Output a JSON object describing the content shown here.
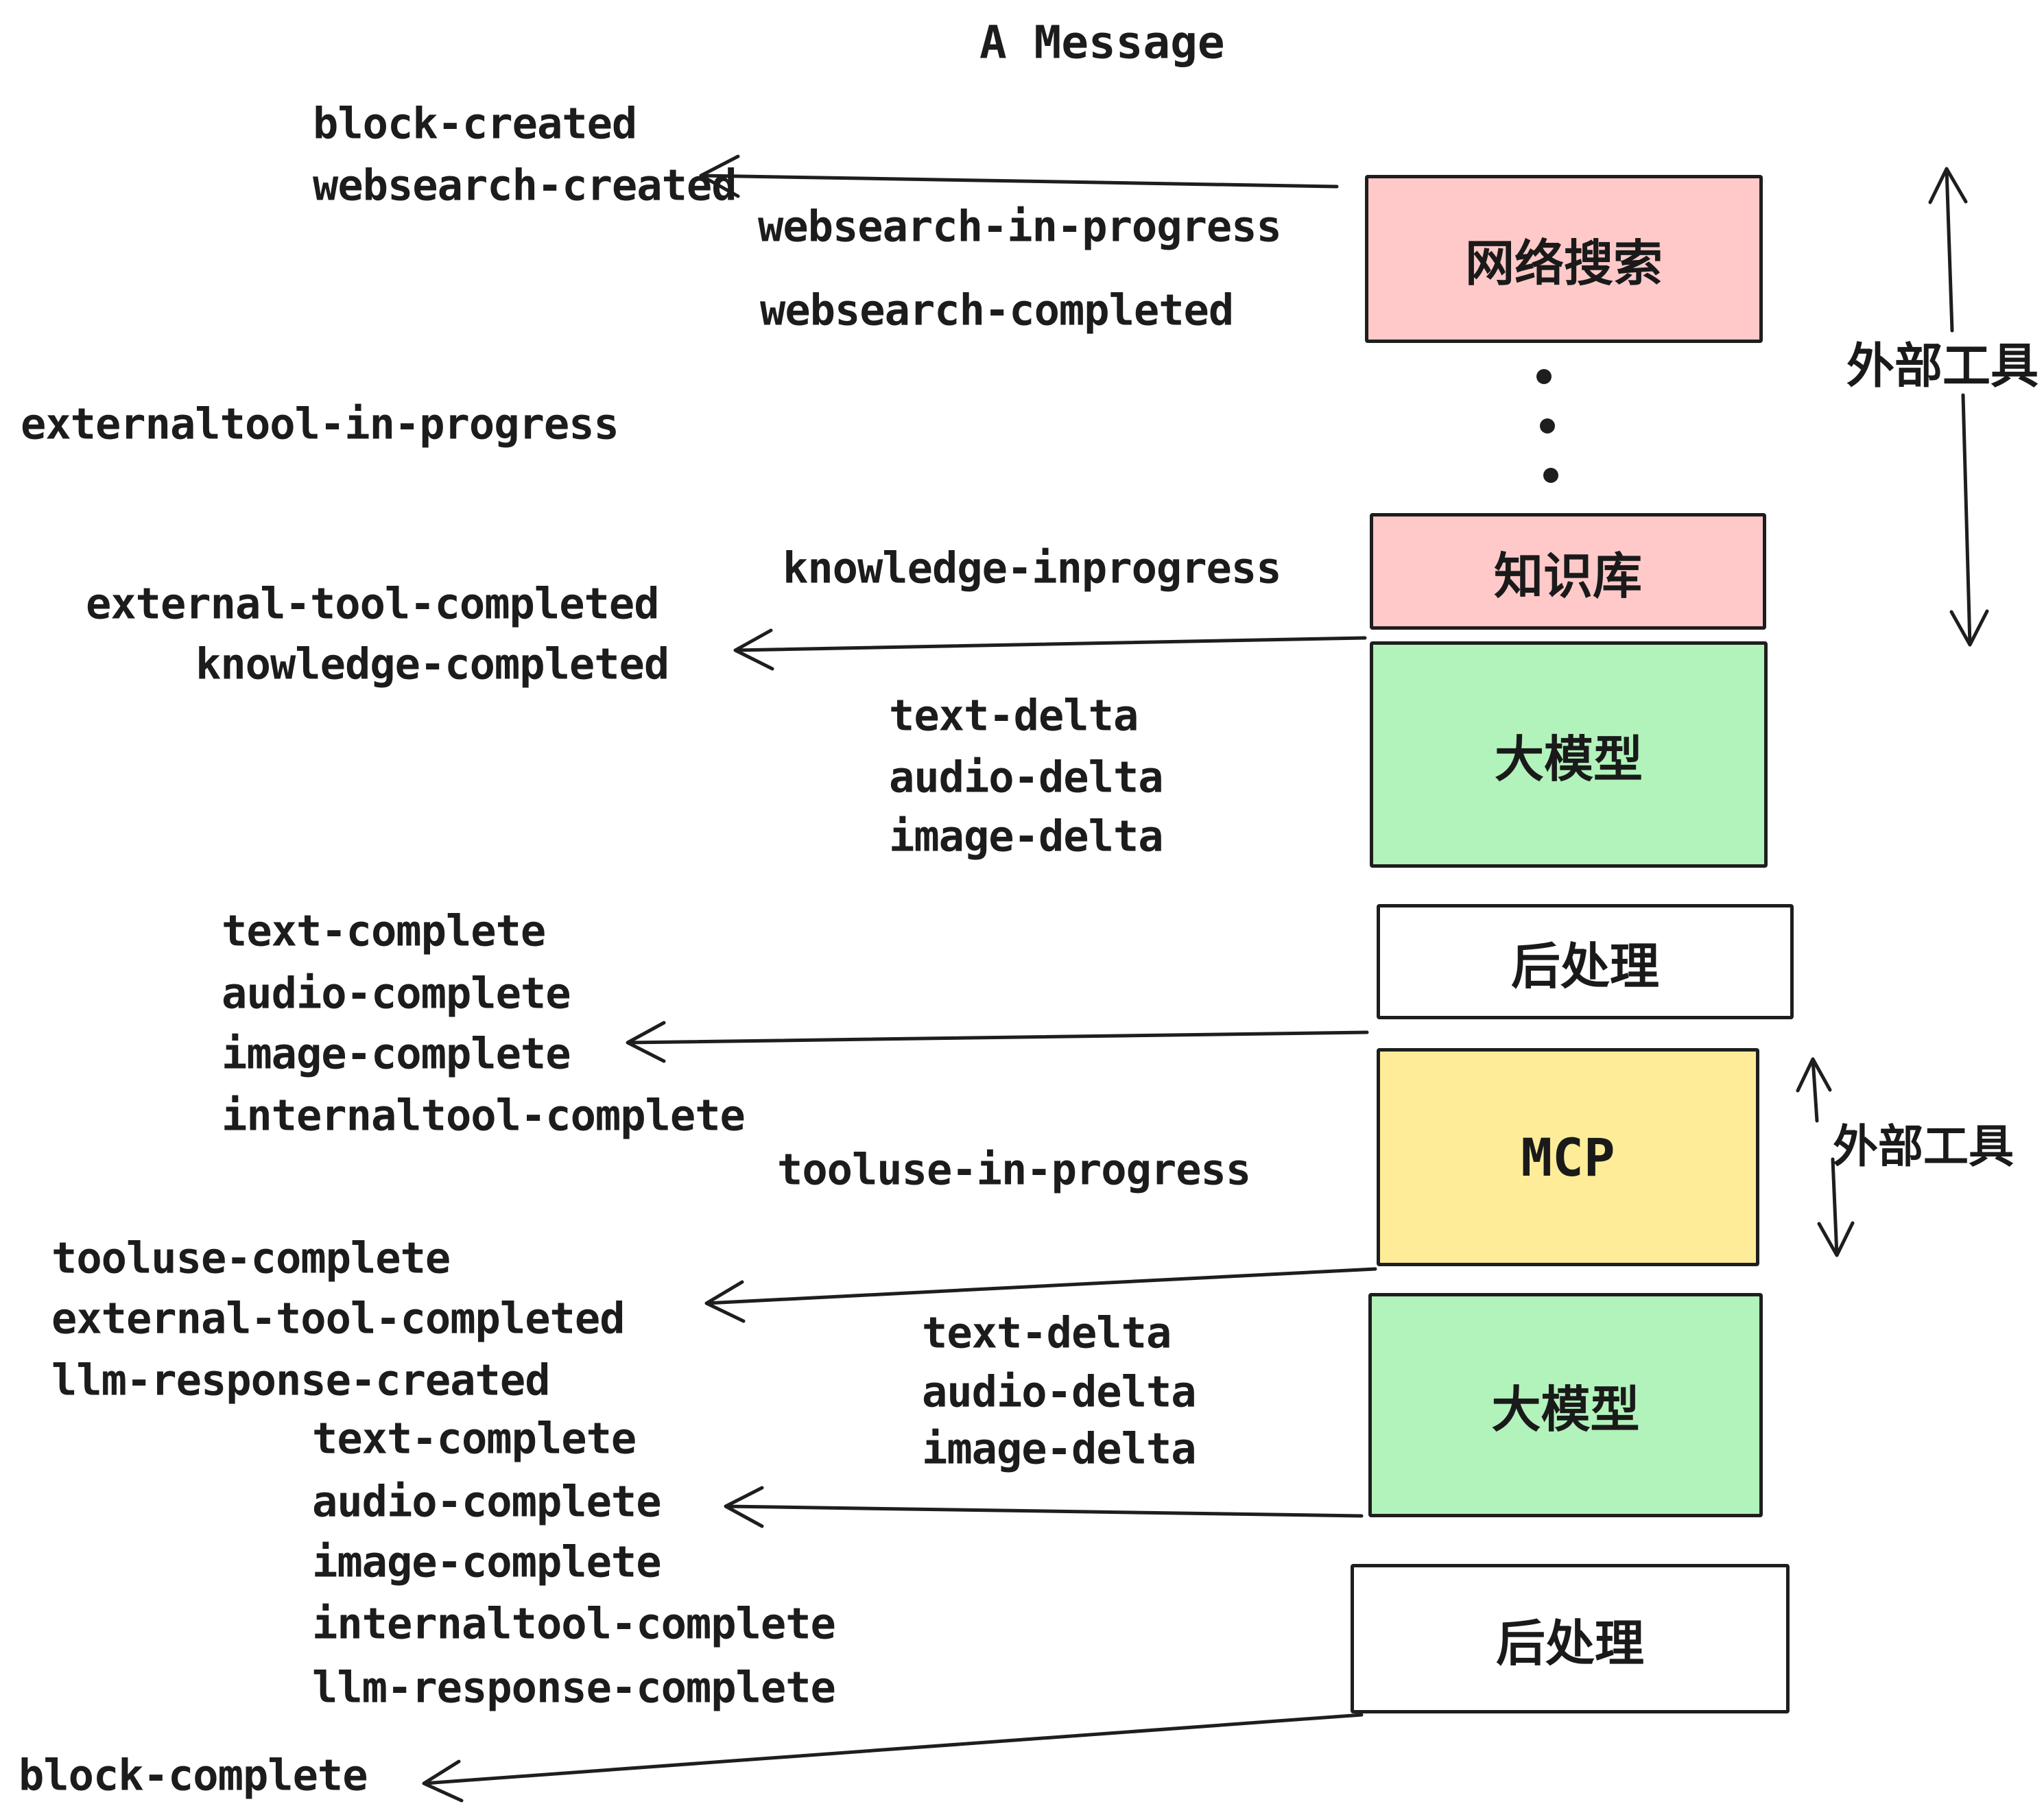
{
  "title": "A Message",
  "colors": {
    "box_pink": "#ffc9c9",
    "box_green": "#b2f2bb",
    "box_yellow": "#ffec99",
    "box_white": "#ffffff",
    "stroke": "#1e1e1e",
    "text": "#1c1c1c",
    "background": "#ffffff"
  },
  "nodes": [
    {
      "label": "网络搜索"
    },
    {
      "label": "知识库"
    },
    {
      "label": "大模型"
    },
    {
      "label": "后处理"
    },
    {
      "label": "MCP"
    },
    {
      "label": "大模型"
    },
    {
      "label": "后处理"
    }
  ],
  "side_annotations": [
    {
      "label": "外部工具"
    },
    {
      "label": "外部工具"
    }
  ],
  "events": [
    "block-created",
    "websearch-created",
    "websearch-in-progress",
    "websearch-completed",
    "externaltool-in-progress",
    "knowledge-inprogress",
    "external-tool-completed",
    "knowledge-completed",
    "text-delta",
    "audio-delta",
    "image-delta",
    "text-complete",
    "audio-complete",
    "image-complete",
    "internaltool-complete",
    "tooluse-in-progress",
    "tooluse-complete",
    "external-tool-completed",
    "llm-response-created",
    "text-delta",
    "audio-delta",
    "image-delta",
    "text-complete",
    "audio-complete",
    "image-complete",
    "internaltool-complete",
    "llm-response-complete",
    "block-complete"
  ]
}
